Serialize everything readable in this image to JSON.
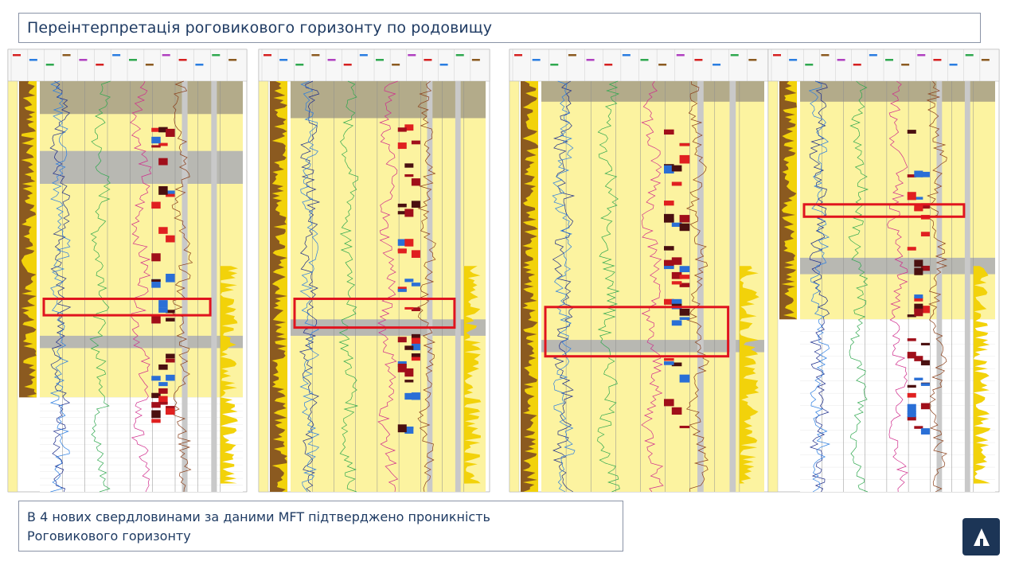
{
  "title": "Переінтерпретація роговикового горизонту по родовищу",
  "caption": {
    "line1": "В 4 нових свердловинами за даними MFT підтверджено проникність",
    "line2": "Роговикового горизонту"
  },
  "logo": {
    "icon": "triangle-logo-icon",
    "color": "#1c3556"
  },
  "colors": {
    "reservoir_fill": "#fcf3a0",
    "highlight": "#e0141e",
    "lithology_brown": "#8b5a20",
    "gamma_yellow": "#f2d20a",
    "grey_band": "#b8b8b2"
  },
  "panels": [
    {
      "highlight": [
        0.53,
        0.57
      ]
    },
    {
      "highlight": [
        0.53,
        0.6
      ]
    },
    {
      "highlight": [
        0.55,
        0.67
      ]
    },
    {
      "highlight": [
        0.3,
        0.33
      ]
    }
  ]
}
